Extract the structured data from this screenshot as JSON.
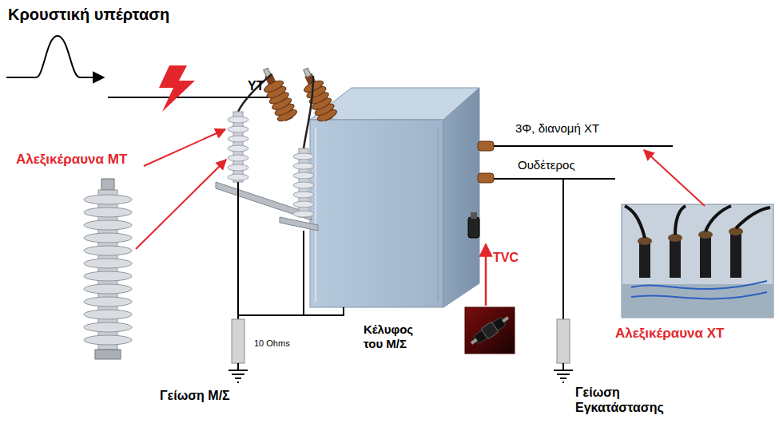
{
  "diagram": {
    "labels": [
      "Κρουστική υπέρταση",
      "ΥΤ",
      "Αλεξικέραυνα ΜΤ",
      "3Φ, διανομή ΧΤ",
      "Ουδέτερος",
      "TVC",
      "Αλεξικέραυνα ΧΤ",
      "10 Ohms",
      "Κέλυφος του Μ/Σ",
      "Γείωση Μ/Σ",
      "Γείωση Εγκατάστασης"
    ]
  }
}
